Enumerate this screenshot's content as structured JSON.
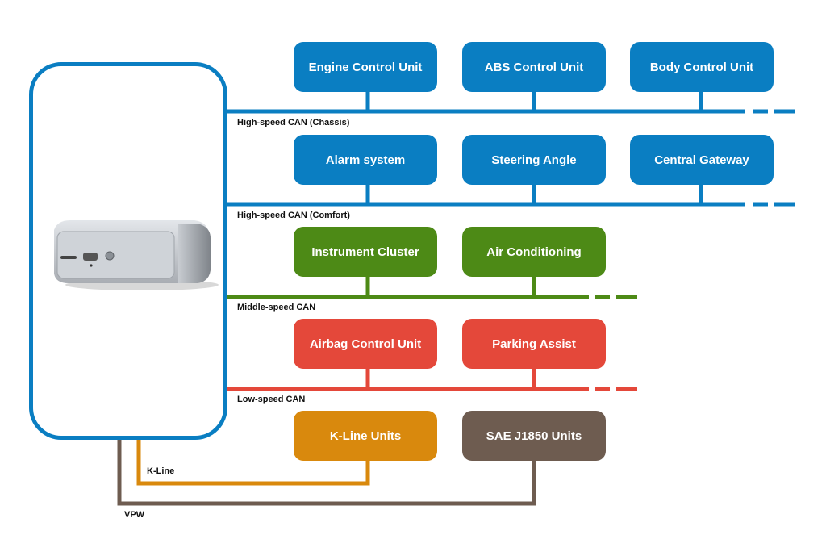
{
  "colors": {
    "high_speed": "#0a7ec2",
    "middle_speed": "#4d8a16",
    "low_speed": "#e4483a",
    "kline": "#d9890d",
    "vpw": "#6e5c50",
    "logger_border": "#0a7ec2"
  },
  "device": {
    "icon": "data-logger-device-icon"
  },
  "buses": {
    "chassis": {
      "label": "High-speed CAN (Chassis)",
      "units": [
        "Engine Control Unit",
        "ABS Control Unit",
        "Body Control Unit"
      ]
    },
    "comfort": {
      "label": "High-speed CAN (Comfort)",
      "units": [
        "Alarm system",
        "Steering Angle",
        "Central Gateway"
      ]
    },
    "middle": {
      "label": "Middle-speed CAN",
      "units": [
        "Instrument Cluster",
        "Air Conditioning"
      ]
    },
    "low": {
      "label": "Low-speed CAN",
      "units": [
        "Airbag Control Unit",
        "Parking Assist"
      ]
    },
    "kline": {
      "label": "K-Line",
      "units": [
        "K-Line Units"
      ]
    },
    "vpw": {
      "label": "VPW",
      "units": [
        "SAE J1850 Units"
      ]
    }
  }
}
